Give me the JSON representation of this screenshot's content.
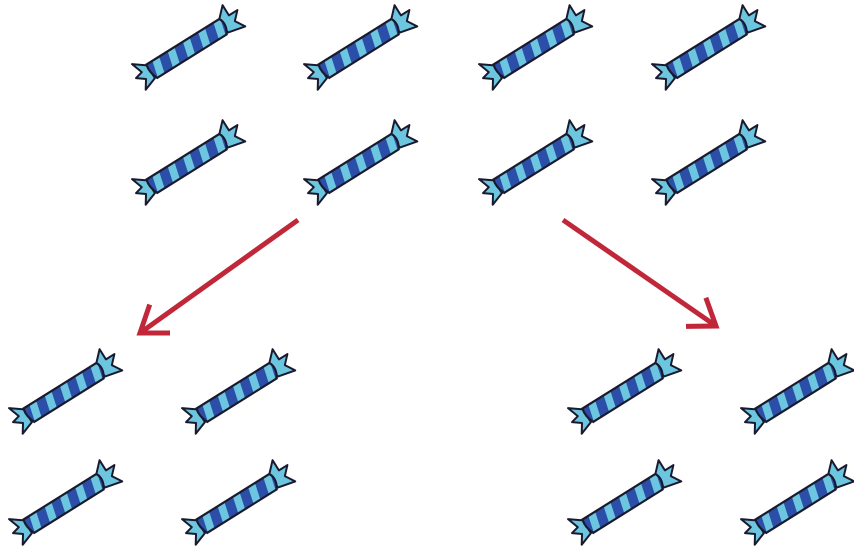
{
  "diagram": {
    "groups": [
      {
        "id": "top",
        "candy_count": 8
      },
      {
        "id": "bottom-left",
        "candy_count": 4
      },
      {
        "id": "bottom-right",
        "candy_count": 4
      }
    ],
    "arrows": [
      {
        "from": "top",
        "to": "bottom-left"
      },
      {
        "from": "top",
        "to": "bottom-right"
      }
    ]
  },
  "colors": {
    "candy_dark_stripe": "#2b4ea8",
    "candy_light_stripe": "#6cc6e0",
    "candy_outline": "#1a1a2e",
    "candy_wrapper_end": "#6cc6e0",
    "arrow": "#c0283a"
  },
  "icon_names": {
    "candy": "wrapped-candy-icon",
    "arrow": "arrow-icon"
  }
}
